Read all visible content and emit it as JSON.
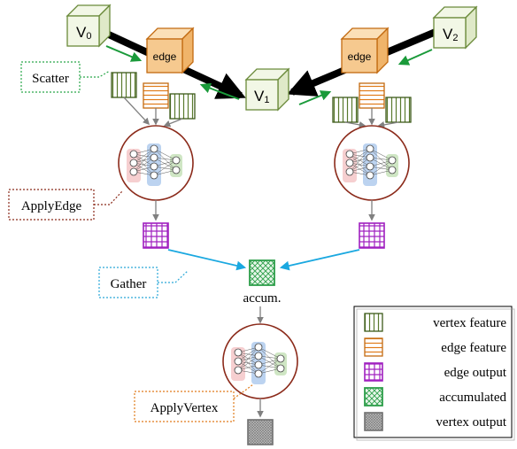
{
  "vertices": {
    "v0": {
      "letter": "V",
      "sub": "0"
    },
    "v1": {
      "letter": "V",
      "sub": "1"
    },
    "v2": {
      "letter": "V",
      "sub": "2"
    }
  },
  "edge_boxes": {
    "left": "edge",
    "right": "edge"
  },
  "callouts": {
    "scatter": "Scatter",
    "apply_edge": "ApplyEdge",
    "gather": "Gather",
    "apply_vertex": "ApplyVertex"
  },
  "accum_label": "accum.",
  "legend": {
    "items": [
      {
        "label": "vertex feature",
        "pattern": "vertex-feature"
      },
      {
        "label": "edge feature",
        "pattern": "edge-feature"
      },
      {
        "label": "edge output",
        "pattern": "edge-output"
      },
      {
        "label": "accumulated",
        "pattern": "accumulated"
      },
      {
        "label": "vertex output",
        "pattern": "vertex-output"
      }
    ]
  },
  "colors": {
    "vertex_cube": "#f2f7e6",
    "vertex_cube_edge": "#6a8a3a",
    "edge_cube": "#f6c98f",
    "edge_cube_edge": "#c26a10",
    "vertex_feature": "#5a7a2e",
    "edge_feature": "#e07b1a",
    "edge_output": "#a020c0",
    "accumulated": "#2e9e4a",
    "vertex_output": "#7a7a7a",
    "scatter_dash": "#2aa84a",
    "apply_edge_dash": "#8b2a1a",
    "gather_dash": "#2aa8d8",
    "apply_vertex_dash": "#e07b1a",
    "gather_arrow": "#1aa8e0",
    "scatter_arrow": "#1a9a3a",
    "nn_ring": "#8b2a1a"
  }
}
